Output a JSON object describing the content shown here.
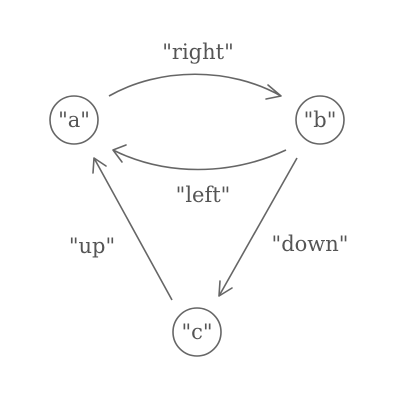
{
  "colors": {
    "stroke": "#666666",
    "text": "#555555",
    "background": "#ffffff"
  },
  "nodes": {
    "a": {
      "label": "\"a\""
    },
    "b": {
      "label": "\"b\""
    },
    "c": {
      "label": "\"c\""
    }
  },
  "edges": {
    "a_to_b": {
      "from": "a",
      "to": "b",
      "label": "\"right\""
    },
    "b_to_a": {
      "from": "b",
      "to": "a",
      "label": "\"left\""
    },
    "b_to_c": {
      "from": "b",
      "to": "c",
      "label": "\"down\""
    },
    "c_to_a": {
      "from": "c",
      "to": "a",
      "label": "\"up\""
    }
  }
}
